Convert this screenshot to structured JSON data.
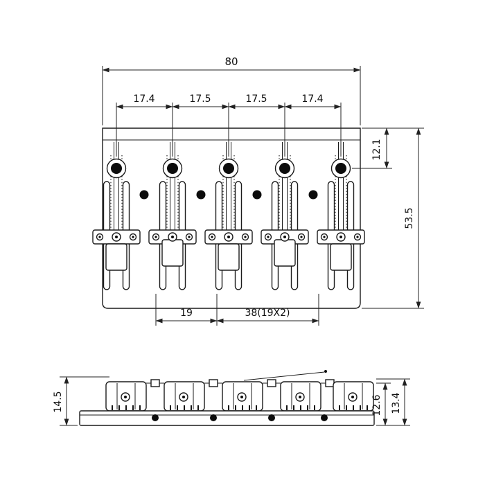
{
  "colors": {
    "line": "#1b1b1b",
    "background": "#ffffff"
  },
  "top_view": {
    "dims": {
      "overall_width": "80",
      "spacings": [
        "17.4",
        "17.5",
        "17.5",
        "17.4"
      ],
      "edge_to_hole": "12.1",
      "overall_depth": "53.5",
      "mount_pitch": "19",
      "mount_span": "38(19X2)"
    }
  },
  "side_view": {
    "dims": {
      "overall_height": "14.5",
      "saddle_height": "12.6",
      "height_with_base": "13.4"
    }
  }
}
